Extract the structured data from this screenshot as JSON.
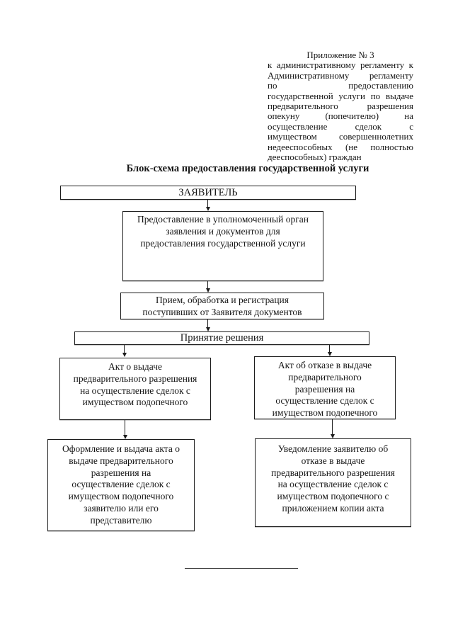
{
  "document": {
    "appendix": {
      "lines": [
        "Приложение № 3",
        "к административному регламенту к",
        "Административному регламенту",
        "по предоставлению",
        "государственной услуги по выдаче",
        "предварительного разрешения",
        "опекуну (попечителю) на",
        "осуществление сделок с",
        "имуществом совершеннолетних",
        "недееспособных (не полностью",
        "дееспособных) граждан"
      ]
    },
    "title": "Блок-схема предоставления государственной услуги"
  },
  "flowchart": {
    "applicant": "ЗАЯВИТЕЛЬ",
    "submission": "Предоставление в уполномоченный орган\nзаявления и документов для\nпредоставления государственной услуги",
    "reception": "Прием, обработка и регистрация\nпоступивших от Заявителя документов",
    "decision": "Принятие решения",
    "act_issue": "Акт о выдаче\nпредварительного разрешения\nна осуществление сделок с\nимуществом подопечного",
    "act_refusal": "Акт об отказе в выдаче\nпредварительного\nразрешения на\nосуществление сделок с\nимуществом подопечного",
    "issue_delivery": "Оформление и выдача акта о\nвыдаче предварительного\nразрешения на\nосуществление сделок с\nимуществом подопечного\nзаявителю или его\nпредставителю",
    "refusal_notice": "Уведомление заявителю об\nотказе в выдаче\nпредварительного разрешения\nна осуществление сделок с\nимуществом подопечного  с\nприложением копии акта"
  }
}
